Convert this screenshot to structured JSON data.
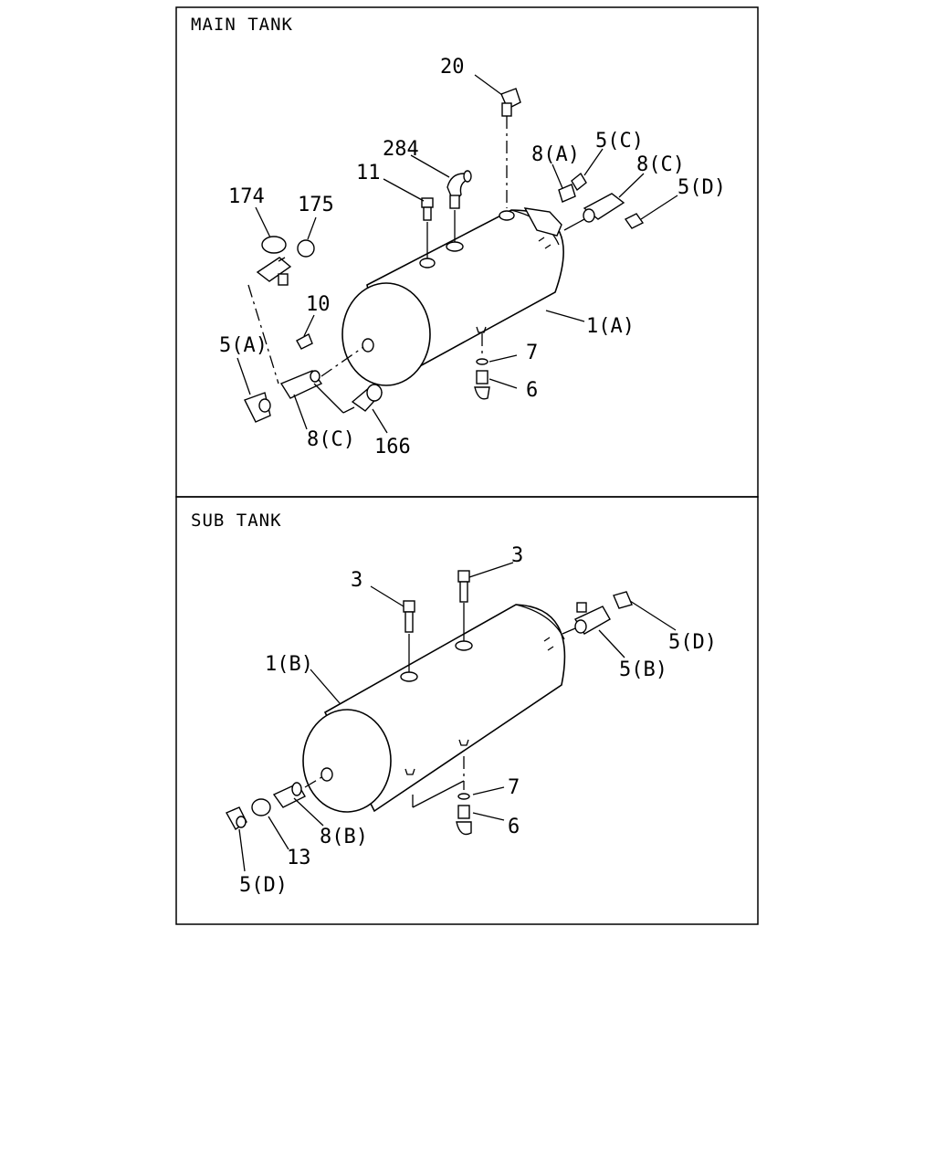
{
  "panels": {
    "main": {
      "title": "MAIN TANK",
      "labels": {
        "p20": "20",
        "p284": "284",
        "p11": "11",
        "p8a": "8(A)",
        "p5c": "5(C)",
        "p8c_top": "8(C)",
        "p5d": "5(D)",
        "p174": "174",
        "p175": "175",
        "p10": "10",
        "p5a": "5(A)",
        "p1a": "1(A)",
        "p7": "7",
        "p6": "6",
        "p8c_bottom": "8(C)",
        "p166": "166"
      }
    },
    "sub": {
      "title": "SUB TANK",
      "labels": {
        "p3_left": "3",
        "p3_right": "3",
        "p5d_top": "5(D)",
        "p5b": "5(B)",
        "p1b": "1(B)",
        "p7": "7",
        "p6": "6",
        "p8b": "8(B)",
        "p13": "13",
        "p5d_bottom": "5(D)"
      }
    }
  }
}
